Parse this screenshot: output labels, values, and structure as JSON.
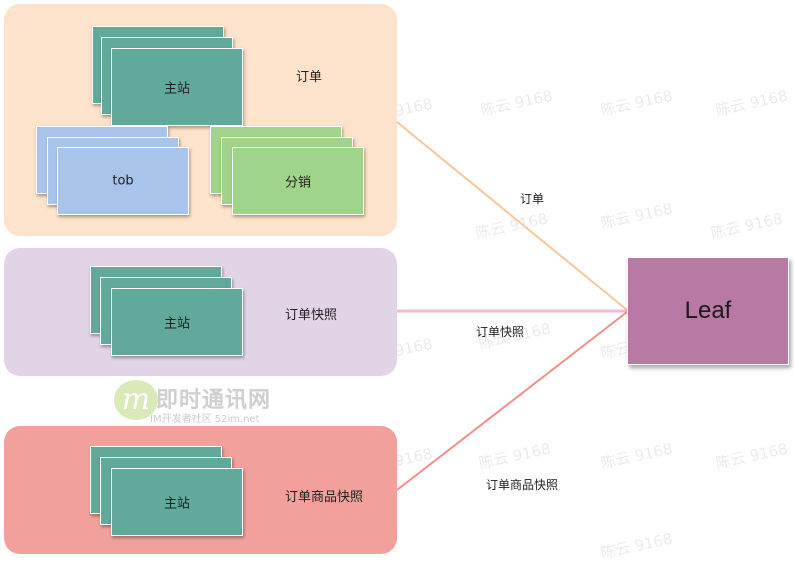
{
  "groups": {
    "order": {
      "label": "订单",
      "cards": {
        "main": "主站",
        "tob": "tob",
        "distribution": "分销"
      }
    },
    "order_snapshot": {
      "label": "订单快照",
      "cards": {
        "main": "主站"
      }
    },
    "order_item_snapshot": {
      "label": "订单商品快照",
      "cards": {
        "main": "主站"
      }
    }
  },
  "target": {
    "label": "Leaf"
  },
  "edges": [
    {
      "from": "order",
      "to": "leaf",
      "label": "订单",
      "color": "#f6c79c"
    },
    {
      "from": "order_snapshot",
      "to": "leaf",
      "label": "订单快照",
      "color": "#f7b8d6"
    },
    {
      "from": "order_item_snapshot",
      "to": "leaf",
      "label": "订单商品快照",
      "color": "#f0908a"
    }
  ],
  "colors": {
    "order_group": "#fde3cb",
    "snapshot_group": "#e2d4e7",
    "item_group": "#f2a09b",
    "card_green": "#61a99a",
    "card_blue": "#a9c4ea",
    "card_lime": "#9fd48a",
    "leaf": "#b87aa4"
  },
  "watermark": {
    "text": "陈云 9168"
  },
  "logo": {
    "mark": "m",
    "title": "即时通讯网",
    "subtitle": "IM开发者社区 52im.net"
  }
}
